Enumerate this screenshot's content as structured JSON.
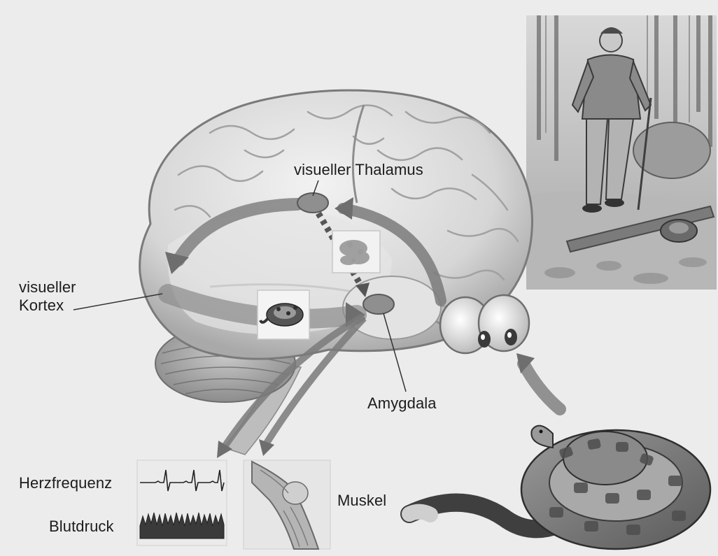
{
  "labels": {
    "thalamus": "visueller Thalamus",
    "cortex": "visueller\nKortex",
    "amygdala": "Amygdala",
    "heart_rate": "Herzfrequenz",
    "blood_pressure": "Blutdruck",
    "muscle": "Muskel"
  },
  "colors": {
    "background": "#ececec",
    "brain": "#d9d9d9",
    "nucleus": "#8f8f8f",
    "arrow": "#7a7a7a"
  },
  "icons": [
    "brain-illustration",
    "eyes-illustration",
    "snake-illustration",
    "hiker-scene",
    "leg-muscle-illustration",
    "ecg-trace",
    "blood-pressure-trace"
  ]
}
